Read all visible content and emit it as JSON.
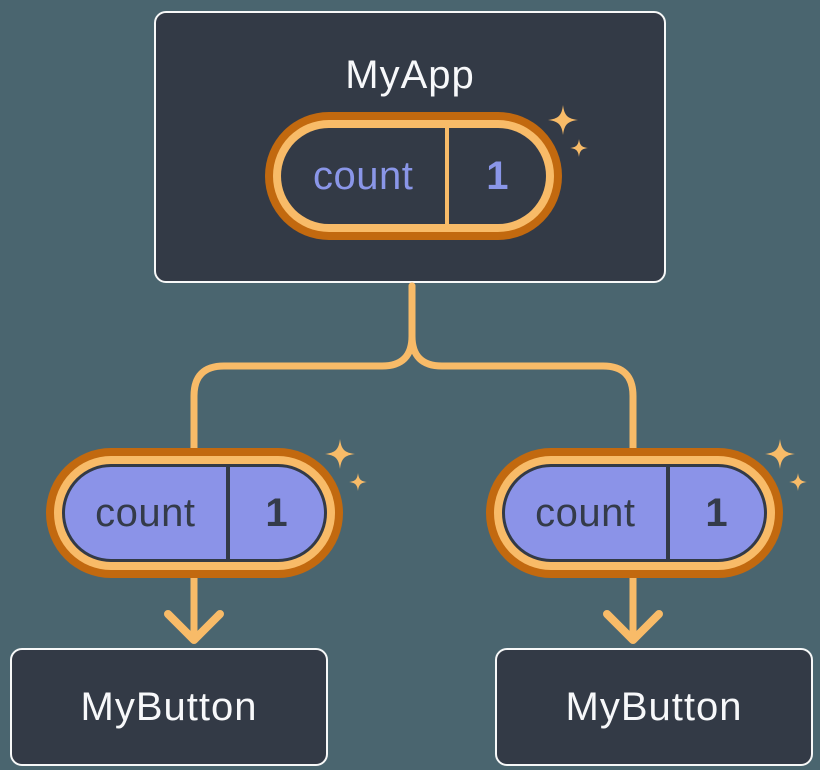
{
  "diagram": {
    "description": "Component tree showing state passed down as props",
    "root": {
      "title": "MyApp",
      "state": {
        "name": "count",
        "value": "1"
      }
    },
    "children": [
      {
        "title": "MyButton",
        "prop": {
          "name": "count",
          "value": "1"
        }
      },
      {
        "title": "MyButton",
        "prop": {
          "name": "count",
          "value": "1"
        }
      }
    ],
    "icons": [
      "sparkle-icon",
      "sparkle-icon",
      "sparkle-icon"
    ],
    "colors": {
      "background": "#4a656f",
      "card_background": "#333a46",
      "card_border": "#f7f8f8",
      "card_text": "#f7f8fa",
      "connector_orange": "#f8bb68",
      "pill_ring_dark_orange": "#c2690f",
      "pill_ring_light_orange": "#f8bb68",
      "pill_purple_fill": "#8b93e8",
      "pill_purple_text": "#8a96e8",
      "pill_dark_text": "#343b49"
    }
  }
}
